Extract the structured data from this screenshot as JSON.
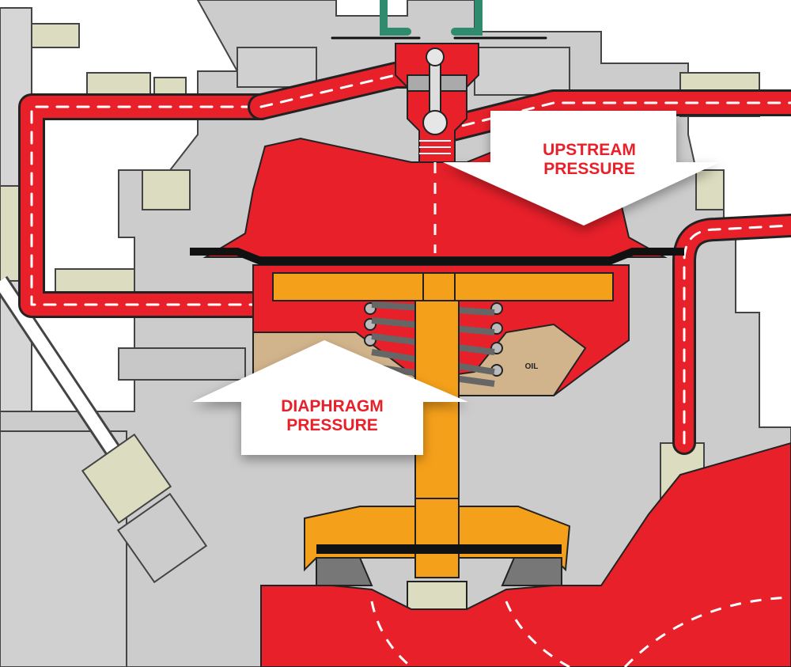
{
  "labels": {
    "upstream_line1": "UPSTREAM",
    "upstream_line2": "PRESSURE",
    "diaphragm_line1": "DIAPHRAGM",
    "diaphragm_line2": "PRESSURE",
    "oil": "OIL"
  },
  "colors": {
    "pressure_fluid": "#e8202a",
    "stem_and_plate": "#f5a01a",
    "oil": "#d2b48c",
    "body": "#cccccc",
    "fitting": "#dcdcc0",
    "diaphragm": "#111111",
    "pilot_tube": "#2e8b6e",
    "callout_text": "#e8202a"
  }
}
